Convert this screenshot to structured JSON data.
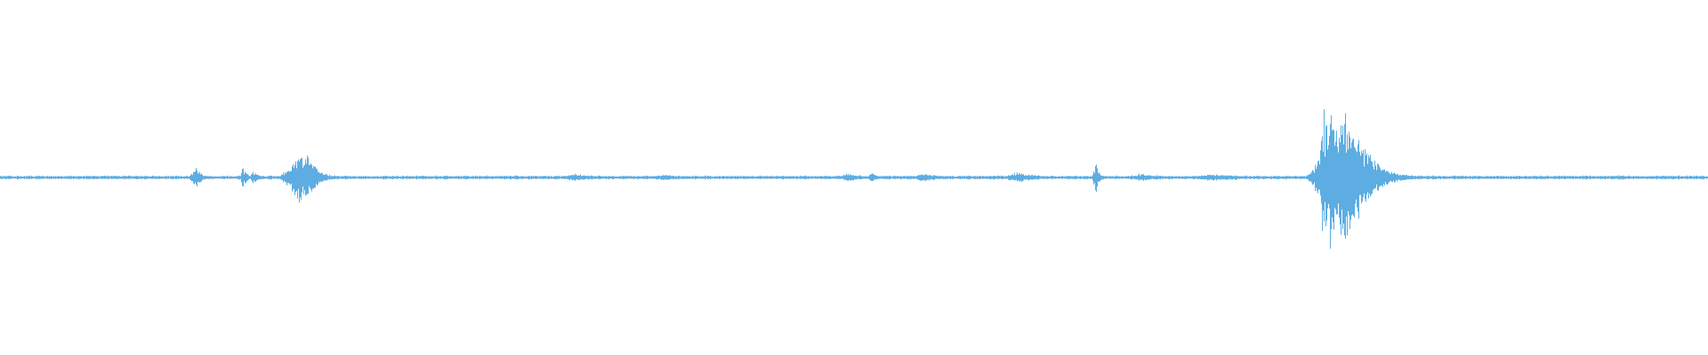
{
  "waveform": {
    "color": "#5dade2",
    "background": "#ffffff",
    "amplitude_scale": 1.0,
    "noise_floor": 0.006,
    "bursts": [
      {
        "center": 0.114,
        "spread": 0.0025,
        "amplitude": 0.06,
        "decay": 1.0
      },
      {
        "center": 0.142,
        "spread": 0.0015,
        "amplitude": 0.05,
        "decay": 1.0
      },
      {
        "center": 0.148,
        "spread": 0.0015,
        "amplitude": 0.04,
        "decay": 1.0
      },
      {
        "center": 0.171,
        "spread": 0.006,
        "amplitude": 0.1,
        "decay": 1.4
      },
      {
        "center": 0.177,
        "spread": 0.004,
        "amplitude": 0.1,
        "decay": 1.4
      },
      {
        "center": 0.336,
        "spread": 0.005,
        "amplitude": 0.012,
        "decay": 1.0
      },
      {
        "center": 0.388,
        "spread": 0.004,
        "amplitude": 0.01,
        "decay": 1.0
      },
      {
        "center": 0.496,
        "spread": 0.004,
        "amplitude": 0.015,
        "decay": 1.0
      },
      {
        "center": 0.51,
        "spread": 0.002,
        "amplitude": 0.02,
        "decay": 1.0
      },
      {
        "center": 0.54,
        "spread": 0.004,
        "amplitude": 0.02,
        "decay": 1.0
      },
      {
        "center": 0.595,
        "spread": 0.006,
        "amplitude": 0.02,
        "decay": 1.0
      },
      {
        "center": 0.641,
        "spread": 0.0015,
        "amplitude": 0.08,
        "decay": 1.0
      },
      {
        "center": 0.668,
        "spread": 0.006,
        "amplitude": 0.012,
        "decay": 1.0
      },
      {
        "center": 0.71,
        "spread": 0.008,
        "amplitude": 0.01,
        "decay": 1.0
      },
      {
        "center": 0.768,
        "spread": 0.003,
        "amplitude": 0.04,
        "decay": 1.0
      },
      {
        "center": 0.776,
        "spread": 0.006,
        "amplitude": 0.42,
        "decay": 2.2
      },
      {
        "center": 0.788,
        "spread": 0.008,
        "amplitude": 0.15,
        "decay": 1.8
      },
      {
        "center": 0.948,
        "spread": 0.002,
        "amplitude": 0.006,
        "decay": 1.0
      }
    ]
  }
}
